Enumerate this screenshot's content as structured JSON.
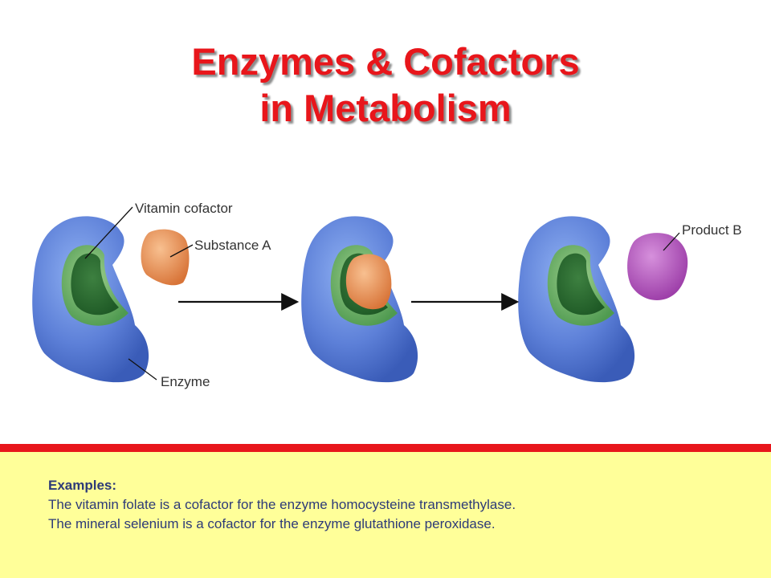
{
  "title": {
    "line1": "Enzymes & Cofactors",
    "line2": "in Metabolism"
  },
  "diagram": {
    "labels": {
      "vitamin_cofactor": "Vitamin cofactor",
      "substance_a": "Substance A",
      "enzyme": "Enzyme",
      "product_b": "Product B"
    },
    "colors": {
      "enzyme": "#5d80d8",
      "cofactor": "#4f9a50",
      "substance_a": "#e8935a",
      "product_b": "#b05ab8",
      "accent_red": "#e8161b",
      "panel_yellow": "#ffff99",
      "text_navy": "#2d3a78"
    }
  },
  "examples": {
    "heading": "Examples:",
    "lines": [
      "The vitamin folate is a cofactor for the enzyme homocysteine transmethylase.",
      "The mineral selenium is a cofactor for the enzyme glutathione peroxidase."
    ]
  }
}
